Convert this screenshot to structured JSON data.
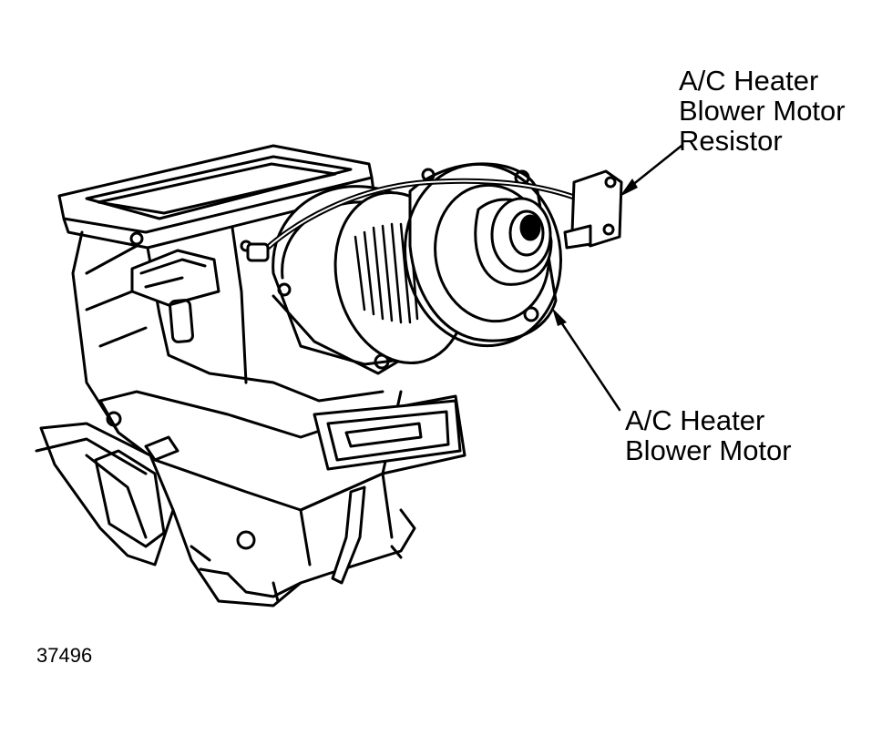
{
  "labels": {
    "resistor": "A/C Heater\nBlower Motor\nResistor",
    "motor": "A/C Heater\nBlower Motor"
  },
  "figure_number": "37496",
  "colors": {
    "ink": "#000000",
    "paper": "#ffffff"
  }
}
